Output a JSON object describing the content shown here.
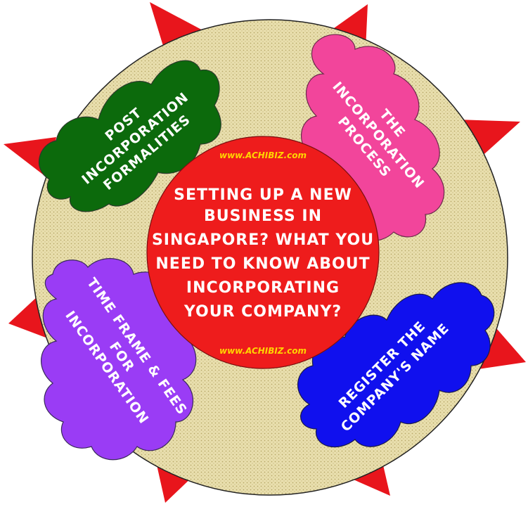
{
  "colors": {
    "background": "#ffffff",
    "spikes": "#e8151c",
    "disk": "#e9dfae",
    "center": "#ee1c1c",
    "url_text": "#ffd400",
    "cloud_post_incorporation": "#0c6a0c",
    "cloud_incorporation_process": "#f2459b",
    "cloud_time_frame": "#9a3cf5",
    "cloud_register_name": "#1010ee",
    "label_text": "#ffffff"
  },
  "center": {
    "url_top": "www.ACHIBIZ.com",
    "url_bottom": "www.ACHIBIZ.com",
    "lines": [
      "SETTING UP A NEW",
      "BUSINESS IN",
      "SINGAPORE? WHAT YOU",
      "NEED TO KNOW ABOUT",
      "INCORPORATING",
      "YOUR COMPANY?"
    ]
  },
  "clouds": {
    "post_incorporation": {
      "lines": [
        "POST",
        "INCORPORATION",
        "FORMALITIES"
      ]
    },
    "incorporation_process": {
      "lines": [
        "THE",
        "INCORPORATION",
        "PROCESS"
      ]
    },
    "time_frame": {
      "lines": [
        "TIME FRAME & FEES",
        "FOR",
        "INCORPORATION"
      ]
    },
    "register_name": {
      "lines": [
        "REGISTER THE",
        "COMPANY'S NAME"
      ]
    }
  }
}
